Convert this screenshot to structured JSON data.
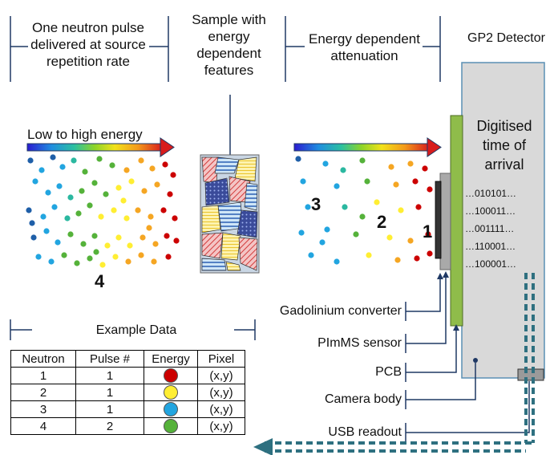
{
  "colors": {
    "line": "#1f3864",
    "detector_fill": "#d9d9d9",
    "detector_border": "#5a8fb4",
    "pcb": "#8fbc4a",
    "neutron_red": "#cc0000",
    "neutron_yellow": "#ffee33",
    "neutron_blue": "#22a5e0",
    "neutron_green": "#55b23a",
    "arrow_dash": "#2e7080"
  },
  "headers": {
    "pulse": "One neutron pulse delivered at source repetition rate",
    "sample": "Sample with energy dependent features",
    "attenuation": "Energy dependent attenuation",
    "detector": "GP2 Detector"
  },
  "energy_label": "Low to high energy",
  "numbers": {
    "n1": "1",
    "n2": "2",
    "n3": "3",
    "n4": "4"
  },
  "detector": {
    "title": "Digitised time of arrival",
    "codes": [
      "…010101…",
      "…100011…",
      "…001111…",
      "…110001…",
      "…100001…"
    ]
  },
  "components": {
    "gadolinium": "Gadolinium converter",
    "plmms": "PImMS sensor",
    "pcb": "PCB",
    "camera": "Camera body",
    "usb": "USB readout"
  },
  "example": {
    "title": "Example Data",
    "headers": [
      "Neutron",
      "Pulse #",
      "Energy",
      "Pixel"
    ],
    "rows": [
      {
        "neutron": "1",
        "pulse": "1",
        "energy_color": "#cc0000",
        "pixel": "(x,y)"
      },
      {
        "neutron": "2",
        "pulse": "1",
        "energy_color": "#ffee33",
        "pixel": "(x,y)"
      },
      {
        "neutron": "3",
        "pulse": "1",
        "energy_color": "#22a5e0",
        "pixel": "(x,y)"
      },
      {
        "neutron": "4",
        "pulse": "2",
        "energy_color": "#55b23a",
        "pixel": "(x,y)"
      }
    ]
  }
}
